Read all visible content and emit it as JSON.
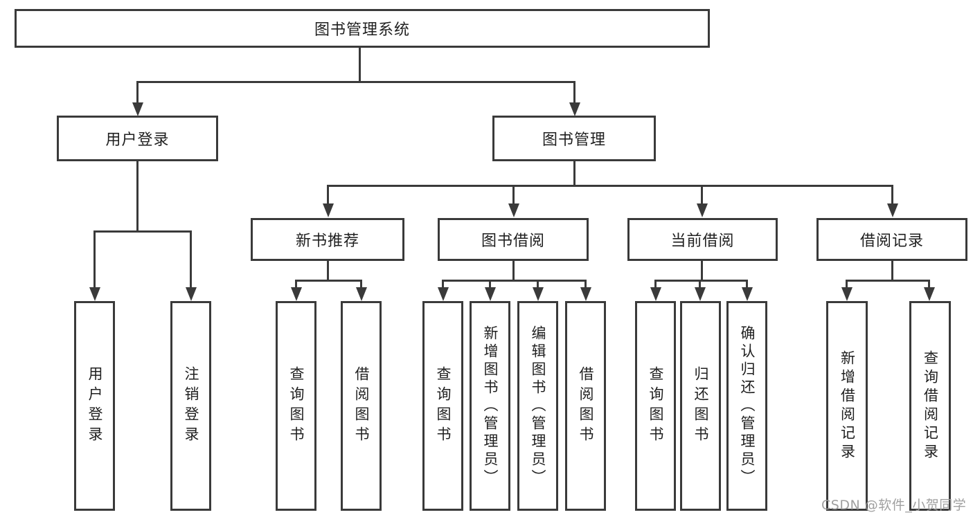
{
  "tree": {
    "root_label": "图书管理系统",
    "level1": [
      {
        "label": "用户登录",
        "children": [
          {
            "label": "用户登录"
          },
          {
            "label": "注销登录"
          }
        ]
      },
      {
        "label": "图书管理",
        "children": [
          {
            "label": "新书推荐",
            "children": [
              {
                "label": "查询图书"
              },
              {
                "label": "借阅图书"
              }
            ]
          },
          {
            "label": "图书借阅",
            "children": [
              {
                "label": "查询图书"
              },
              {
                "label": "新增图书（管理员）"
              },
              {
                "label": "编辑图书（管理员）"
              },
              {
                "label": "借阅图书"
              }
            ]
          },
          {
            "label": "当前借阅",
            "children": [
              {
                "label": "查询图书"
              },
              {
                "label": "归还图书"
              },
              {
                "label": "确认归还（管理员）"
              }
            ]
          },
          {
            "label": "借阅记录",
            "children": [
              {
                "label": "新增借阅记录"
              },
              {
                "label": "查询借阅记录"
              }
            ]
          }
        ]
      }
    ]
  },
  "watermark": {
    "text": "CSDN @软件_小贺同学"
  },
  "colors": {
    "line": "#3a3a3a",
    "box_border": "#3a3a3a",
    "text": "#1f1f1f",
    "background": "#ffffff",
    "watermark": "#9b9b9b"
  }
}
